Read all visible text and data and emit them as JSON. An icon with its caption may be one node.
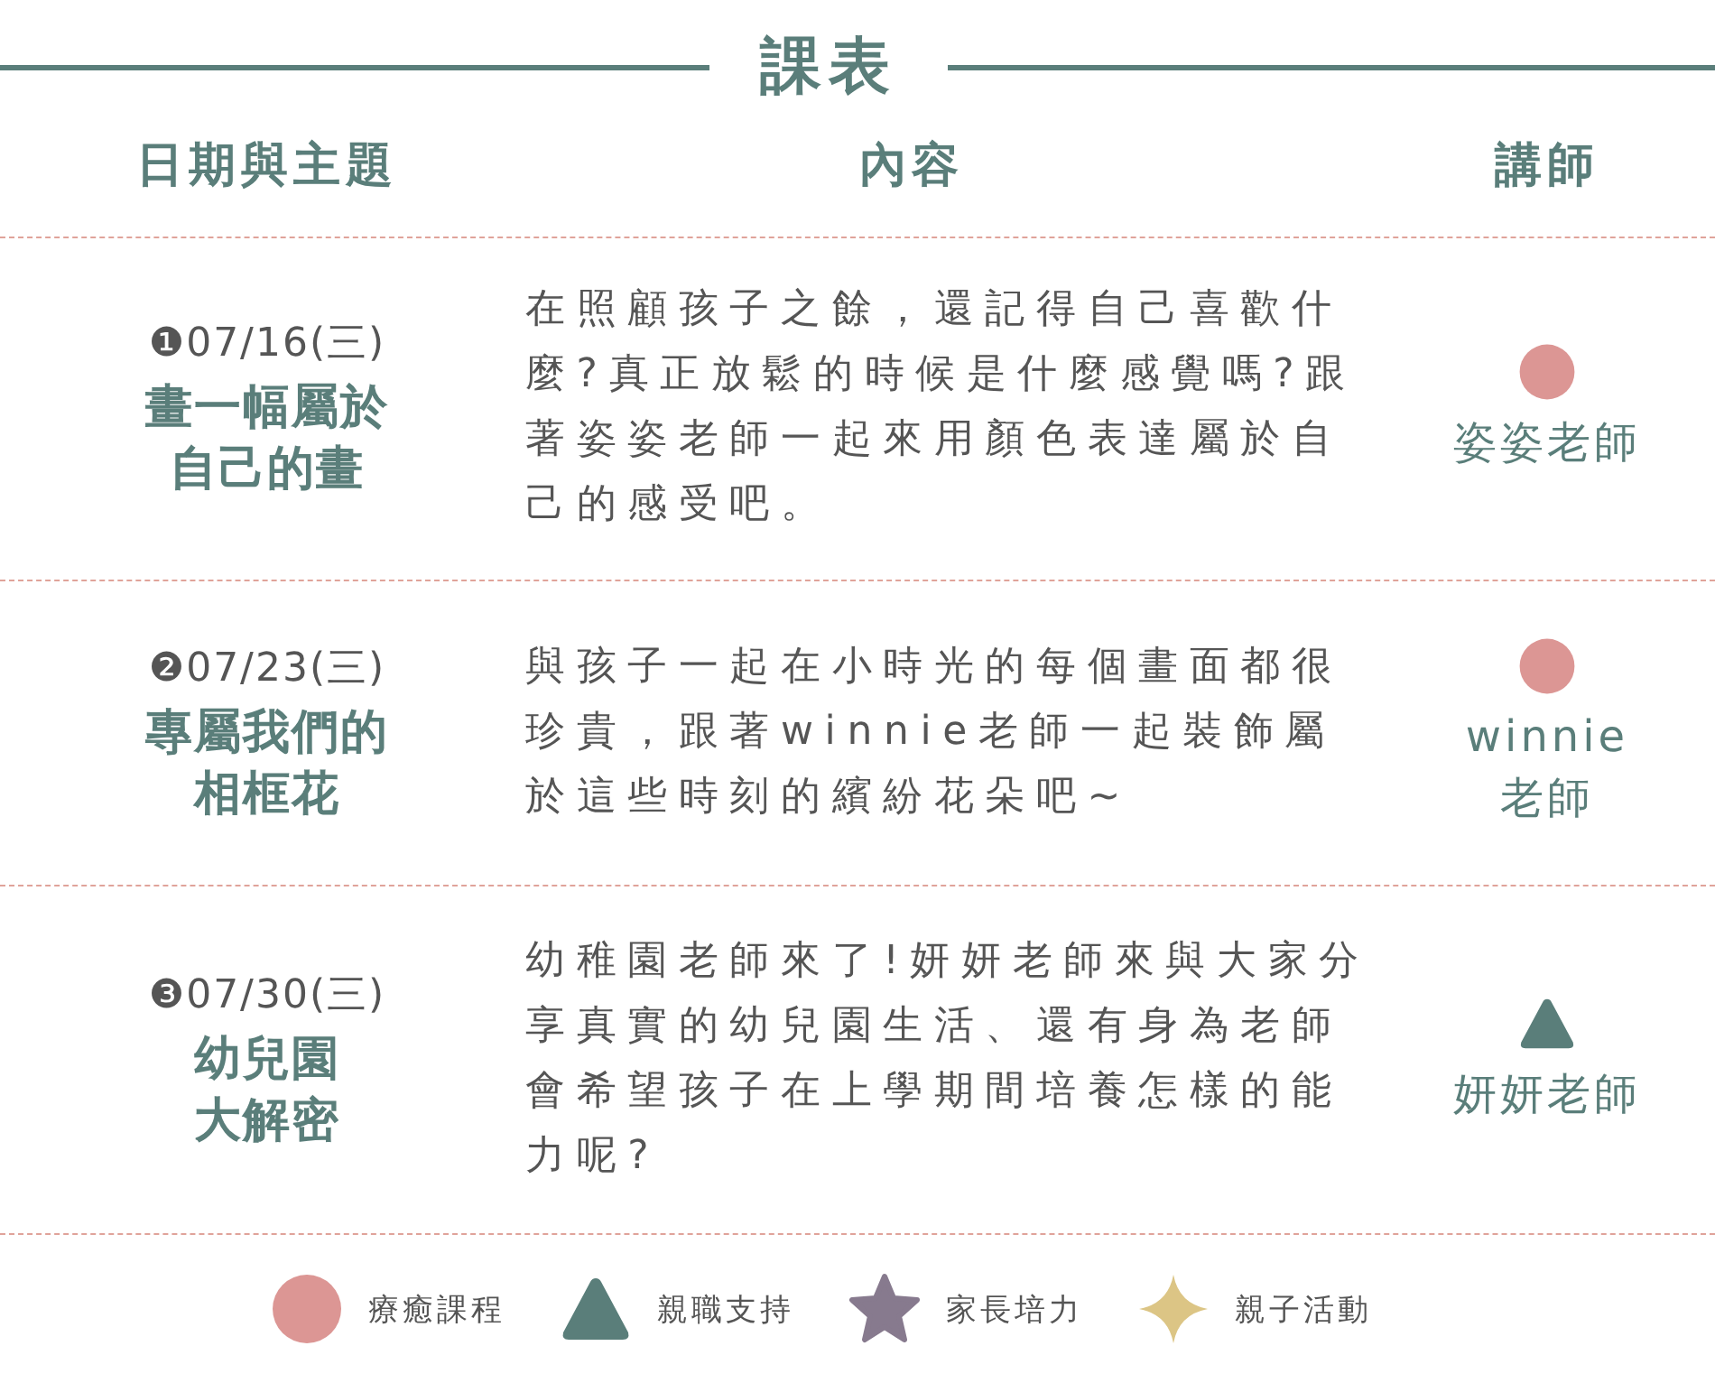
{
  "diagram": {
    "title": "課表",
    "labels": [
      "日期與主題",
      "內容",
      "講師",
      "❶07/16(三)",
      "畫一幅屬於自己的畫",
      "在照顧孩子之餘，還記得自己喜歡什麼?真正放鬆的時候是什麼感覺嗎?跟著姿姿老師一起來用顏色表達屬於自己的感受吧。",
      "姿姿老師",
      "❷07/23(三)",
      "專屬我們的相框花",
      "與孩子一起在小時光的每個畫面都很珍貴，跟著winnie老師一起裝飾屬於這些時刻的繽紛花朵吧~",
      "winnie 老師",
      "❸07/30(三)",
      "幼兒園大解密",
      "幼稚園老師來了!妍妍老師來與大家分享真實的幼兒園生活、還有身為老師會希望孩子在上學期間培養怎樣的能力呢?",
      "妍妍老師"
    ],
    "legend": [
      {
        "text": "療癒課程",
        "color": "#dc9694"
      },
      {
        "text": "親職支持",
        "color": "#5a7e7a"
      },
      {
        "text": "家長培力",
        "color": "#877a8e"
      },
      {
        "text": "親子活動",
        "color": "#dcc585"
      }
    ]
  }
}
